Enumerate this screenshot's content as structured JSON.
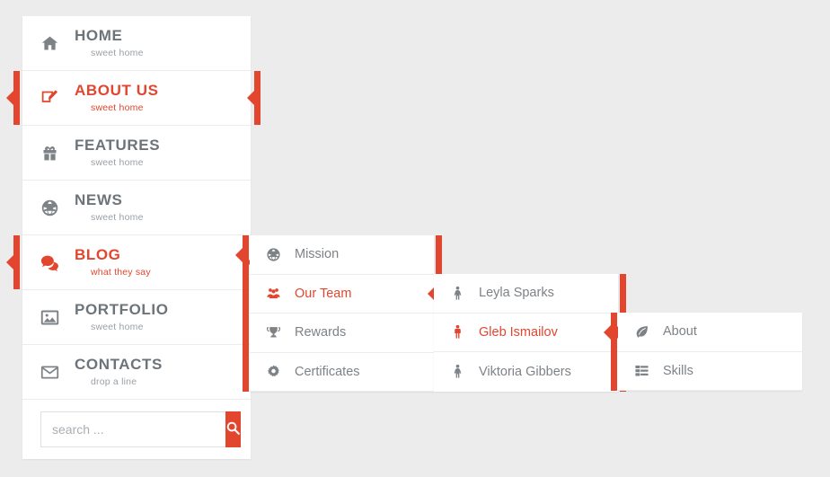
{
  "theme": {
    "accent": "#e2462f",
    "page_bg": "#ececec",
    "panel_bg": "#ffffff",
    "text": "#6d7479",
    "muted": "#9aa0a6"
  },
  "sidebar": {
    "items": [
      {
        "label": "HOME",
        "sub": "sweet home",
        "icon": "home-icon",
        "active": false
      },
      {
        "label": "ABOUT US",
        "sub": "sweet home",
        "icon": "edit-icon",
        "active": true
      },
      {
        "label": "FEATURES",
        "sub": "sweet home",
        "icon": "gift-icon",
        "active": false
      },
      {
        "label": "NEWS",
        "sub": "sweet home",
        "icon": "globe-icon",
        "active": false
      },
      {
        "label": "BLOG",
        "sub": "what they say",
        "icon": "comments-icon",
        "active": true
      },
      {
        "label": "PORTFOLIO",
        "sub": "sweet home",
        "icon": "picture-icon",
        "active": false
      },
      {
        "label": "CONTACTS",
        "sub": "drop a line",
        "icon": "envelope-icon",
        "active": false
      }
    ],
    "search": {
      "placeholder": "search ...",
      "value": "",
      "button_icon": "search-icon"
    }
  },
  "panel_2": {
    "items": [
      {
        "label": "Mission",
        "icon": "globe-icon",
        "active": false
      },
      {
        "label": "Our Team",
        "icon": "group-icon",
        "active": true
      },
      {
        "label": "Rewards",
        "icon": "trophy-icon",
        "active": false
      },
      {
        "label": "Certificates",
        "icon": "gear-icon",
        "active": false
      }
    ]
  },
  "panel_3": {
    "items": [
      {
        "label": "Leyla Sparks",
        "icon": "female-icon",
        "active": false
      },
      {
        "label": "Gleb Ismailov",
        "icon": "male-icon",
        "active": true
      },
      {
        "label": "Viktoria Gibbers",
        "icon": "female-icon",
        "active": false
      }
    ]
  },
  "panel_4": {
    "items": [
      {
        "label": "About",
        "icon": "leaf-icon",
        "active": false
      },
      {
        "label": "Skills",
        "icon": "tasks-icon",
        "active": false
      }
    ]
  }
}
